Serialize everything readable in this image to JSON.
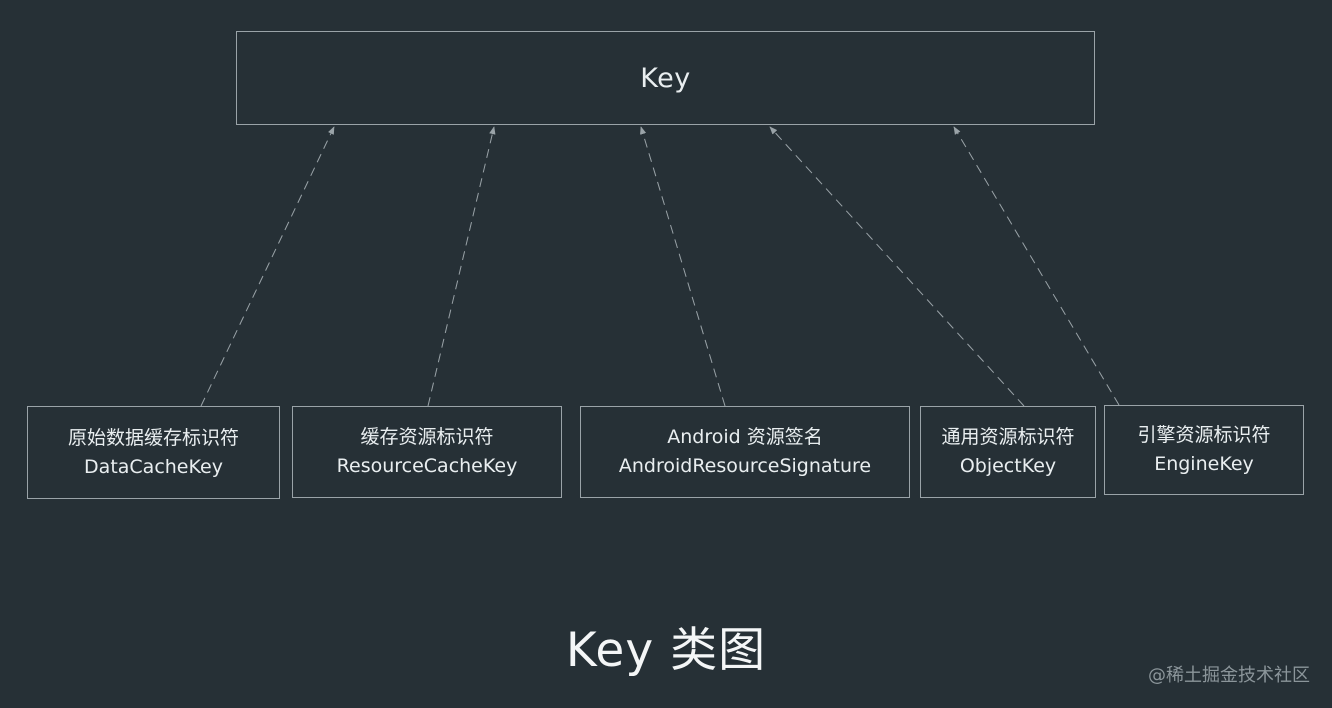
{
  "root": {
    "label": "Key"
  },
  "children": [
    {
      "id": "data-cache-key",
      "cn": "原始数据缓存标识符",
      "en": "DataCacheKey"
    },
    {
      "id": "resource-cache-key",
      "cn": "缓存资源标识符",
      "en": "ResourceCacheKey"
    },
    {
      "id": "android-resource-signature",
      "cn": "Android 资源签名",
      "en": "AndroidResourceSignature"
    },
    {
      "id": "object-key",
      "cn": "通用资源标识符",
      "en": "ObjectKey"
    },
    {
      "id": "engine-key",
      "cn": "引擎资源标识符",
      "en": "EngineKey"
    }
  ],
  "caption": "Key 类图",
  "watermark": "@稀土掘金技术社区",
  "colors": {
    "background": "#263036",
    "border": "#9aa3a8",
    "arrow": "#9aa3a8",
    "text": "#e9eef0",
    "watermark": "#8b959a"
  }
}
